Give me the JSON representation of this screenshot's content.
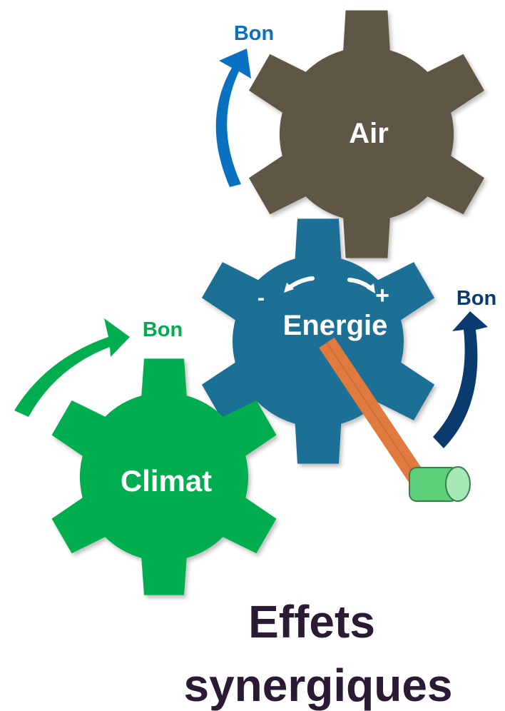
{
  "gears": {
    "air": {
      "label": "Air",
      "color": "#5f5644"
    },
    "energie": {
      "label": "Energie",
      "color": "#1f6f96"
    },
    "climat": {
      "label": "Climat",
      "color": "#00ad4f"
    }
  },
  "arrows": {
    "air": {
      "label": "Bon",
      "color": "#0a71c0"
    },
    "climat": {
      "label": "Bon",
      "color": "#00ad4f"
    },
    "energie": {
      "label": "Bon",
      "color": "#0b3a6e"
    }
  },
  "dial": {
    "minus": "-",
    "plus": "+"
  },
  "crank": {
    "arm_color": "#e07a3e",
    "handle_color": "#5ccf78"
  },
  "title": {
    "line1": "Effets",
    "line2": "synergiques"
  }
}
